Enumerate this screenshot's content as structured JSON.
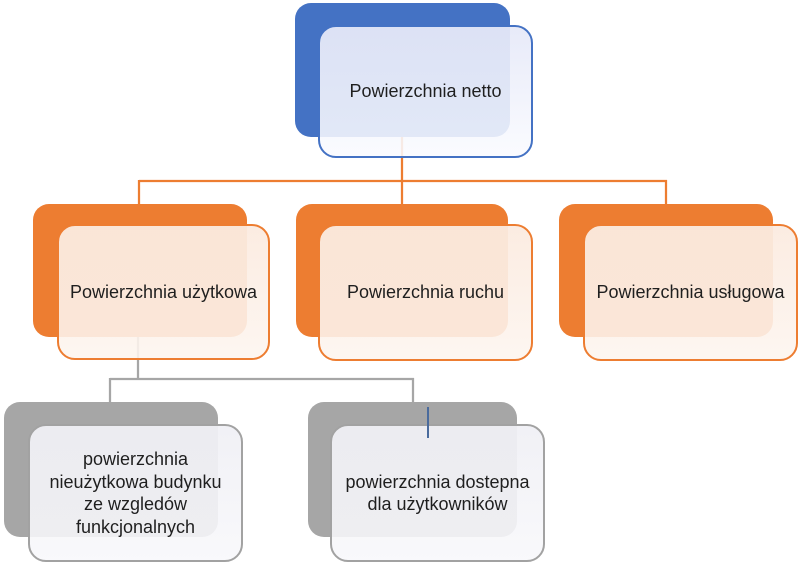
{
  "diagram": {
    "kind": "hierarchy-smartart",
    "language": "pl",
    "nodes": {
      "netto": {
        "label": "Powierzchnia netto",
        "level": 0,
        "theme": "blue",
        "parent": null
      },
      "uzytkowa": {
        "label": "Powierzchnia użytkowa",
        "level": 1,
        "theme": "orange",
        "parent": "netto"
      },
      "ruchu": {
        "label": "Powierzchnia ruchu",
        "level": 1,
        "theme": "orange",
        "parent": "netto"
      },
      "uslugowa": {
        "label": "Powierzchnia usługowa",
        "level": 1,
        "theme": "orange",
        "parent": "netto"
      },
      "nieuzytkowa": {
        "label": "powierzchnia\nnieużytkowa budynku\nze wzgledów\nfunkcjonalnych",
        "level": 2,
        "theme": "gray",
        "parent": "uzytkowa"
      },
      "dostepna": {
        "label": "powierzchnia dostepna\ndla użytkowników",
        "level": 2,
        "theme": "gray",
        "parent": "uzytkowa"
      }
    },
    "hierarchy": {
      "root": "netto",
      "children_of_netto": [
        "uzytkowa",
        "ruchu",
        "uslugowa"
      ],
      "children_of_uzytkowa": [
        "nieuzytkowa",
        "dostepna"
      ]
    },
    "colors": {
      "background": "#FFFFFF",
      "root_shape": "#4472C4",
      "root_front_fill": "#ECEEF8",
      "branch_shape": "#ED7D31",
      "branch_front_fill": "#FCF0E7",
      "leaf_shape": "#A6A6A6",
      "leaf_front_fill": "#F2F2F6",
      "connector_level1": "#ED7D31",
      "connector_level2": "#A6A6A6",
      "cursor_artifact": "#4A6B9D",
      "text": "#1F1F1F"
    }
  }
}
